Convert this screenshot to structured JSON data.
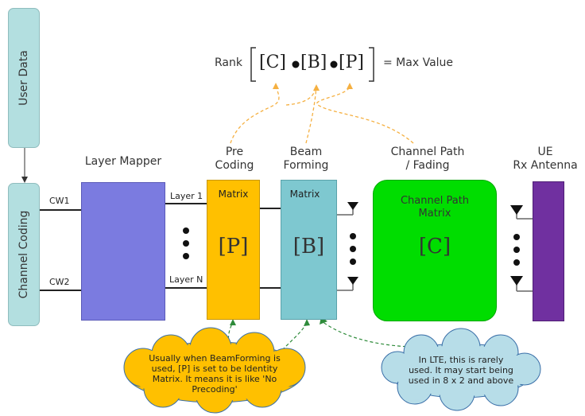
{
  "left_boxes": {
    "user_data": "User Data",
    "channel_coding": "Channel Coding"
  },
  "codewords": {
    "cw1": "CW1",
    "cw2": "CW2"
  },
  "headers": {
    "layer_mapper": "Layer Mapper",
    "precoding": [
      "Pre",
      "Coding"
    ],
    "beamforming": [
      "Beam",
      "Forming"
    ],
    "channel_path": [
      "Channel Path",
      "/ Fading"
    ],
    "ue_rx": [
      "UE",
      "Rx Antenna"
    ]
  },
  "layers": {
    "first": "Layer 1",
    "last": "Layer N"
  },
  "matrices": {
    "precoding": {
      "label": "Matrix",
      "symbol": "[P]"
    },
    "beamforming": {
      "label": "Matrix",
      "symbol": "[B]"
    },
    "channel": {
      "label": [
        "Channel Path",
        "Matrix"
      ],
      "symbol": "[C]"
    }
  },
  "rank_formula": {
    "prefix": "Rank",
    "c": "[C]",
    "b": "[B]",
    "p": "[P]",
    "suffix": "= Max Value"
  },
  "notes": {
    "precoding_note": [
      "Usually when BeamForming is",
      "used, [P] is set to be Identity",
      "Matrix. It means it is like 'No",
      "Precoding'"
    ],
    "lte_note": [
      "In LTE, this is rarely",
      "used. It may start being",
      "used in 8 x 2 and above"
    ]
  },
  "colors": {
    "left_box_fill": "#b3dfe0",
    "layer_mapper": "#7b7be0",
    "precoding": "#ffc000",
    "beamforming": "#7ec8d0",
    "channel": "#00dd00",
    "ue": "#7030a0",
    "note_yellow": "#ffc000",
    "note_blue": "#b7dde8",
    "dash_orange": "#f5b041",
    "dash_green": "#2e8b3a"
  }
}
